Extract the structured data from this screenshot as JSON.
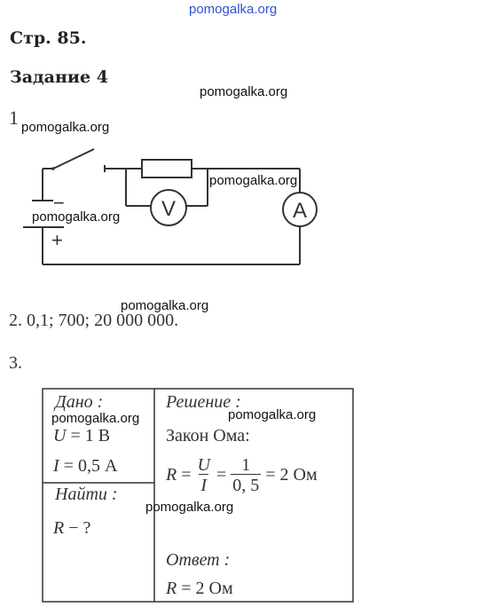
{
  "watermark": "pomogalka.org",
  "page_heading": "Стр. 85.",
  "task_heading": "Задание 4",
  "item1_number": "1",
  "circuit": {
    "minus": "−",
    "plus": "+",
    "voltmeter": "V",
    "ammeter": "A"
  },
  "item2_text": "2. 0,1; 700; 20 000 000.",
  "item3_number": "3.",
  "table": {
    "given_header": "Дано :",
    "given_u_var": "U",
    "given_u_rest": " = 1 В",
    "given_i_var": "I",
    "given_i_rest": " = 0,5 А",
    "find_header": "Найти :",
    "find_r_var": "R",
    "find_r_rest": " − ?",
    "solution_header": "Решение :",
    "ohm_law": "Закон Ома:",
    "eq_r": "R",
    "eq_sign1": " = ",
    "eq_num1": "U",
    "eq_den1": "I",
    "eq_sign2": " = ",
    "eq_num2": "1",
    "eq_den2": "0, 5",
    "eq_result": " = 2 Ом",
    "answer_header": "Ответ :",
    "answer_r": "R",
    "answer_rest": " = 2 Ом"
  }
}
